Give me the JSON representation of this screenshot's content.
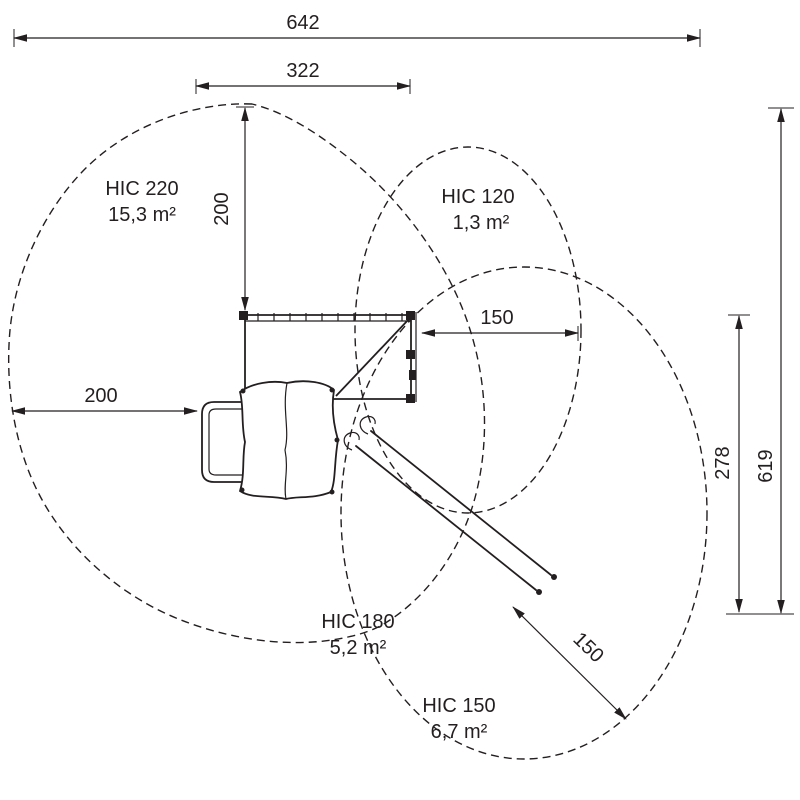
{
  "page": {
    "background": "#ffffff",
    "line_color": "#231f20",
    "description": "Playground equipment top view with HIC impact safety zones and dimensions"
  },
  "dimensions": {
    "total_width": "642",
    "inner_width": "322",
    "top_height": "200",
    "right_clearance": "150",
    "left_clearance": "200",
    "inner_height": "278",
    "total_height": "619",
    "slide_clearance": "150"
  },
  "zones": {
    "hic220": {
      "label": "HIC 220",
      "area": "15,3 m²"
    },
    "hic120": {
      "label": "HIC 120",
      "area": "1,3 m²"
    },
    "hic180": {
      "label": "HIC 180",
      "area": "5,2 m²"
    },
    "hic150": {
      "label": "HIC 150",
      "area": "6,7 m²"
    }
  }
}
